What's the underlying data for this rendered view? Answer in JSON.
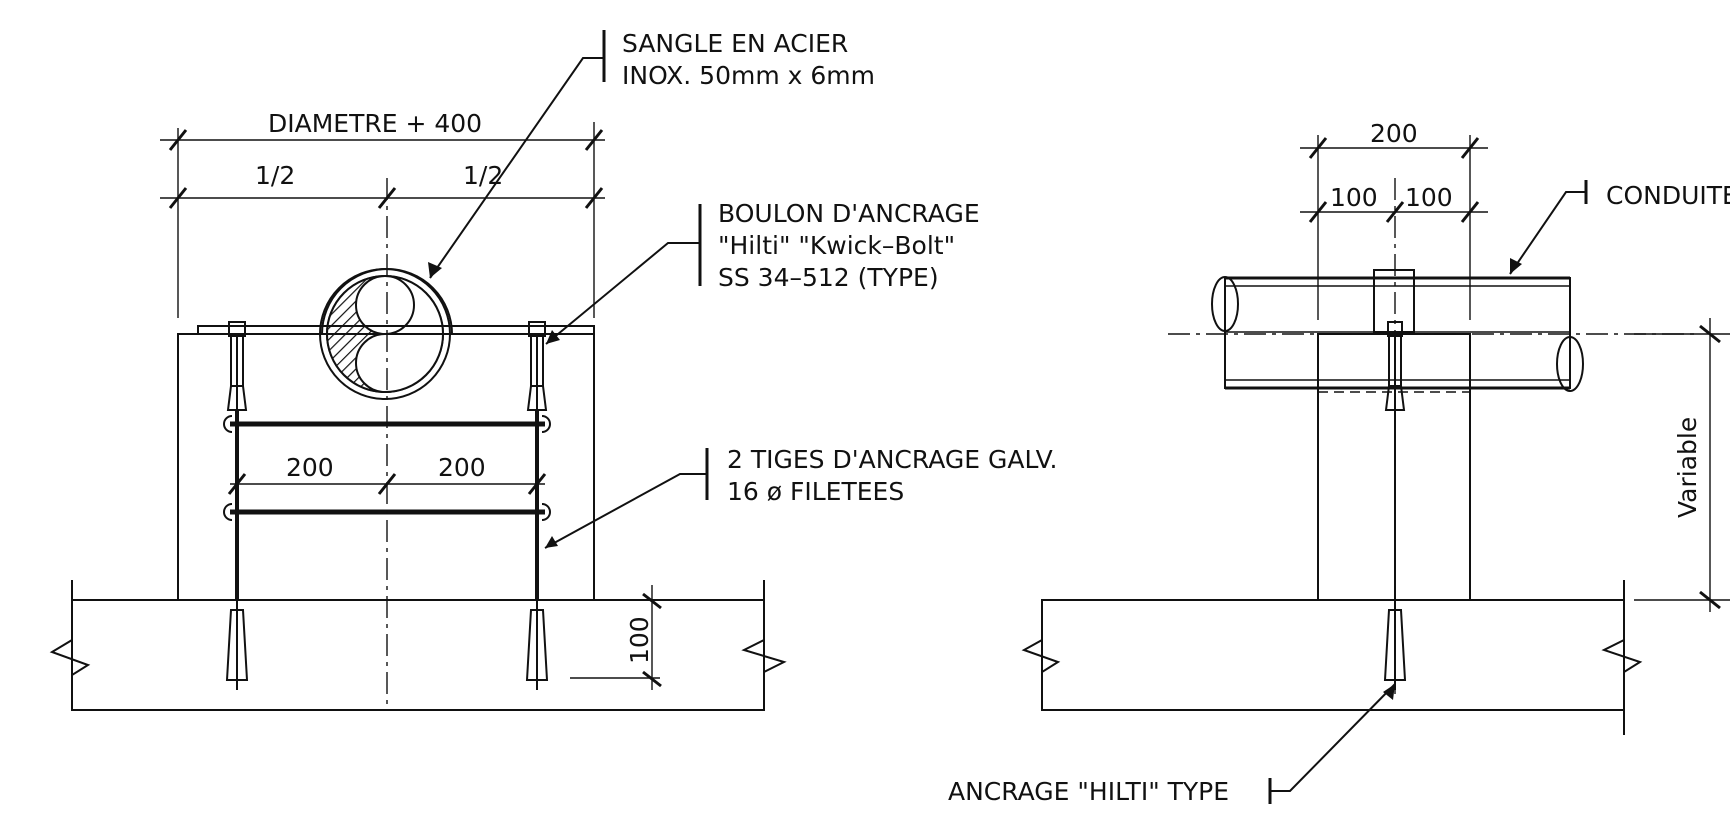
{
  "left_view": {
    "strap_label_line1": "SANGLE EN ACIER",
    "strap_label_line2": "INOX. 50mm x 6mm",
    "overall_dim": "DIAMETRE + 400",
    "half_left": "1/2",
    "half_right": "1/2",
    "bolt_label_line1": "BOULON D'ANCRAGE",
    "bolt_label_line2": "\"Hilti\" \"Kwick–Bolt\"",
    "bolt_label_line3": "SS 34–512 (TYPE)",
    "spacing_left": "200",
    "spacing_right": "200",
    "rods_label_line1": "2 TIGES D'ANCRAGE GALV.",
    "rods_label_line2": "16 ø FILETEES",
    "embed_depth": "100"
  },
  "right_view": {
    "top_dim": "200",
    "half_left": "100",
    "half_right": "100",
    "pipe_label": "CONDUITE",
    "height_label": "Variable",
    "anchor_label": "ANCRAGE \"HILTI\" TYPE"
  },
  "colors": {
    "ink": "#111111",
    "concrete": "#e6e6e6",
    "slab": "#c9c9c9",
    "paper": "#ffffff"
  }
}
